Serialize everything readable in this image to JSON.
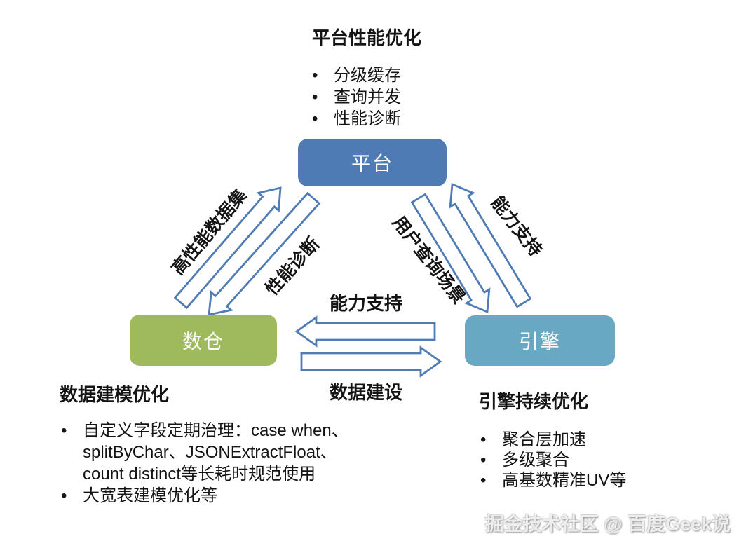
{
  "colors": {
    "platform_box": "#4e7bb4",
    "warehouse_box": "#9fba5c",
    "engine_box": "#68a8c2",
    "arrow_outline": "#4f7cb5",
    "body_text": "#141414",
    "watermark_text": "#ededed"
  },
  "nodes": {
    "platform": {
      "label": "平台"
    },
    "warehouse": {
      "label": "数仓"
    },
    "engine": {
      "label": "引擎"
    }
  },
  "edges": {
    "warehouse_to_platform": "高性能数据集",
    "platform_to_warehouse": "性能诊断",
    "platform_to_engine": "用户查询场景",
    "engine_to_platform": "能力支持",
    "engine_to_warehouse": "能力支持",
    "warehouse_to_engine": "数据建设"
  },
  "platform_block": {
    "heading": "平台性能优化",
    "bullets": [
      "分级缓存",
      "查询并发",
      "性能诊断"
    ]
  },
  "warehouse_block": {
    "heading": "数据建模优化",
    "bullets": [
      "自定义字段定期治理：case when、splitByChar、JSONExtractFloat、count distinct等长耗时规范使用",
      "大宽表建模优化等"
    ]
  },
  "engine_block": {
    "heading": "引擎持续优化",
    "bullets": [
      "聚合层加速",
      "多级聚合",
      "高基数精准UV等"
    ]
  },
  "watermark": "掘金技术社区 @ 百度Geek说"
}
